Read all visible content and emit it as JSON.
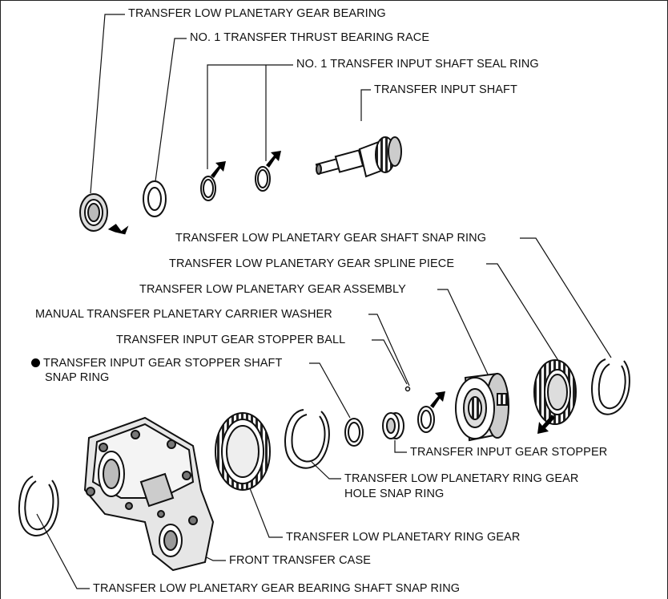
{
  "labels": {
    "low_planetary_gear_bearing": "TRANSFER LOW PLANETARY GEAR BEARING",
    "thrust_bearing_race": "NO. 1 TRANSFER THRUST BEARING RACE",
    "input_shaft_seal_ring": "NO. 1 TRANSFER INPUT SHAFT SEAL RING",
    "input_shaft": "TRANSFER INPUT SHAFT",
    "low_planetary_gear_shaft_snap_ring": "TRANSFER LOW PLANETARY GEAR SHAFT SNAP RING",
    "low_planetary_gear_spline_piece": "TRANSFER LOW PLANETARY GEAR SPLINE PIECE",
    "low_planetary_gear_assembly": "TRANSFER LOW PLANETARY GEAR ASSEMBLY",
    "planetary_carrier_washer": "MANUAL TRANSFER PLANETARY CARRIER WASHER",
    "input_gear_stopper_ball": "TRANSFER INPUT GEAR STOPPER BALL",
    "stopper_shaft_snap_ring_line1": "TRANSFER INPUT GEAR STOPPER SHAFT",
    "stopper_shaft_snap_ring_line2": "SNAP RING",
    "input_gear_stopper": "TRANSFER INPUT GEAR STOPPER",
    "ring_gear_hole_snap_ring_line1": "TRANSFER LOW PLANETARY RING GEAR",
    "ring_gear_hole_snap_ring_line2": "HOLE SNAP RING",
    "low_planetary_ring_gear": "TRANSFER LOW PLANETARY RING GEAR",
    "front_transfer_case": "FRONT TRANSFER CASE",
    "bearing_shaft_snap_ring": "TRANSFER LOW PLANETARY GEAR BEARING SHAFT SNAP RING"
  },
  "icons": {
    "non_reusable_part": "filled-circle-bullet",
    "apply_grease_marker": "black-arrow-icon"
  }
}
